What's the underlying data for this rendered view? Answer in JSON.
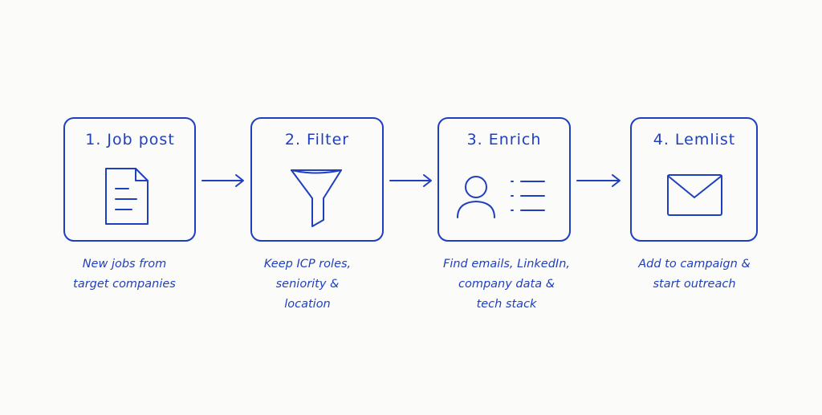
{
  "steps": [
    {
      "title": "1. Job post",
      "icon": "document-icon",
      "caption": [
        "New jobs from",
        "target companies"
      ]
    },
    {
      "title": "2. Filter",
      "icon": "funnel-icon",
      "caption": [
        "Keep ICP roles,",
        "seniority &",
        "location"
      ]
    },
    {
      "title": "3. Enrich",
      "icon": "contact-card-icon",
      "caption": [
        "Find emails, LinkedIn,",
        "company data &",
        "tech stack"
      ]
    },
    {
      "title": "4. Lemlist",
      "icon": "envelope-icon",
      "caption": [
        "Add to campaign &",
        "start outreach"
      ]
    }
  ],
  "colors": {
    "ink": "#1f3fbf",
    "background": "#fbfbfa"
  }
}
